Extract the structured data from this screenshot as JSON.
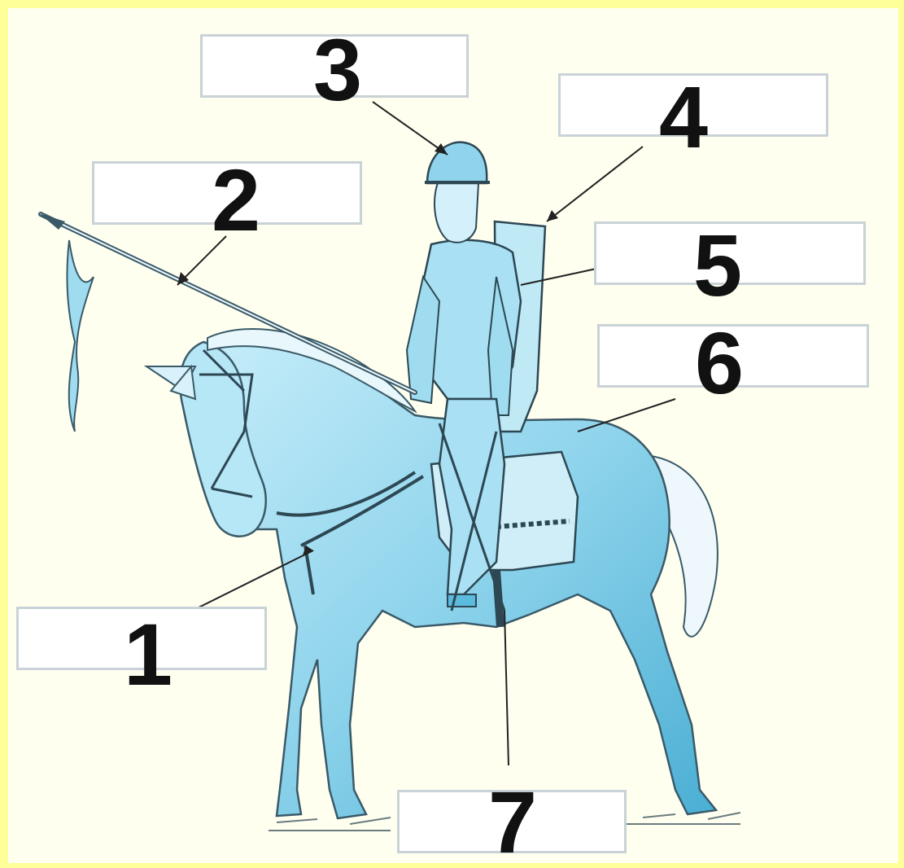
{
  "labels": [
    {
      "number": "1"
    },
    {
      "number": "2"
    },
    {
      "number": "3"
    },
    {
      "number": "4"
    },
    {
      "number": "5"
    },
    {
      "number": "6"
    },
    {
      "number": "7"
    }
  ],
  "colors": {
    "frame": "#ffff99",
    "background": "#fffff0",
    "horse_fill": "#9fdcf0",
    "horse_shade": "#5bbcde",
    "outline": "#3a5a68",
    "box_border": "#c9d2d6"
  },
  "illustration": {
    "subject": "mounted-knight-with-lance-and-shield"
  }
}
